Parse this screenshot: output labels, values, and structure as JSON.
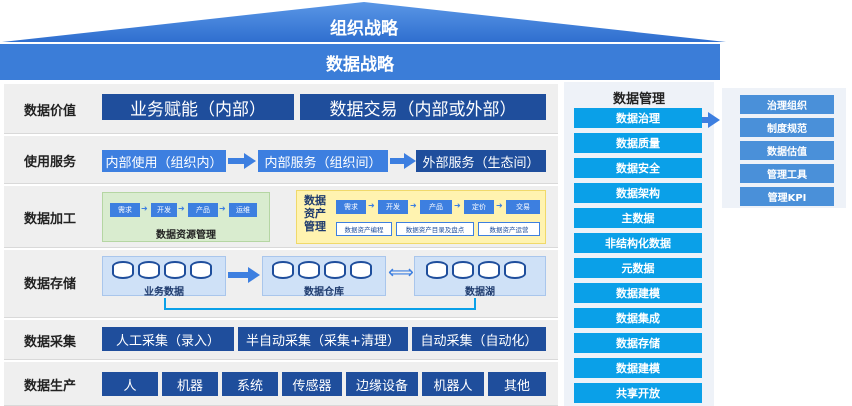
{
  "header": {
    "org_strategy": "组织战略",
    "data_strategy": "数据战略"
  },
  "layers": {
    "value": {
      "label": "数据价值",
      "items": [
        "业务赋能（内部）",
        "数据交易（内部或外部）"
      ]
    },
    "service": {
      "label": "使用服务",
      "items": [
        "内部使用（组织内）",
        "内部服务（组织间）",
        "外部服务（生态间）"
      ]
    },
    "processing": {
      "label": "数据加工",
      "resource": {
        "steps": [
          "需求",
          "开发",
          "产品",
          "运维"
        ],
        "caption": "数据资源管理"
      },
      "asset": {
        "title": "数据\n资产\n管理",
        "steps": [
          "需求",
          "开发",
          "产品",
          "定价",
          "交易"
        ],
        "subs": [
          "数据资产编程",
          "数据资产目录及盘点",
          "数据资产运营"
        ]
      }
    },
    "storage": {
      "label": "数据存储",
      "stores": [
        "业务数据",
        "数据仓库",
        "数据湖"
      ]
    },
    "collection": {
      "label": "数据采集",
      "items": [
        "人工采集（录入）",
        "半自动采集（采集+清理）",
        "自动采集（自动化）"
      ]
    },
    "production": {
      "label": "数据生产",
      "items": [
        "人",
        "机器",
        "系统",
        "传感器",
        "边缘设备",
        "机器人",
        "其他"
      ]
    }
  },
  "management": {
    "title": "数据管理",
    "items": [
      "数据治理",
      "数据质量",
      "数据安全",
      "数据架构",
      "主数据",
      "非结构化数据",
      "元数据",
      "数据建模",
      "数据集成",
      "数据存储",
      "数据建模",
      "共享开放"
    ]
  },
  "governance": {
    "items": [
      "治理组织",
      "制度规范",
      "数据估值",
      "管理工具",
      "管理KPI"
    ]
  },
  "colors": {
    "dark_blue": "#1f4e9c",
    "mid_blue": "#3d7fe0",
    "cyan": "#0aa0e8",
    "strategy_blue": "#3b7dd8"
  }
}
